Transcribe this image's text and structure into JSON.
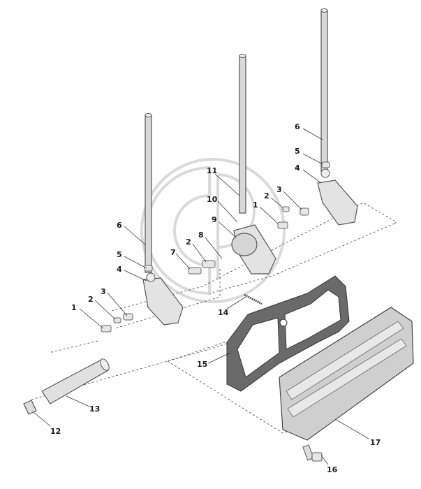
{
  "callouts": {
    "c1a": "1",
    "c2a": "2",
    "c3a": "3",
    "c4a": "4",
    "c5a": "5",
    "c6a": "6",
    "c7": "7",
    "c2b": "2",
    "c8": "8",
    "c9": "9",
    "c10": "10",
    "c11": "11",
    "c1b": "1",
    "c2c": "2",
    "c3b": "3",
    "c4b": "4",
    "c5b": "5",
    "c6b": "6",
    "c12": "12",
    "c13": "13",
    "c14": "14",
    "c15": "15",
    "c16": "16",
    "c17": "17"
  },
  "colors": {
    "rod": "#d9d9d9",
    "part": "#e3e3e3",
    "gasket": "#6a6a6a",
    "cover": "#cfcfcf",
    "watermark": "#bdbdbd"
  }
}
